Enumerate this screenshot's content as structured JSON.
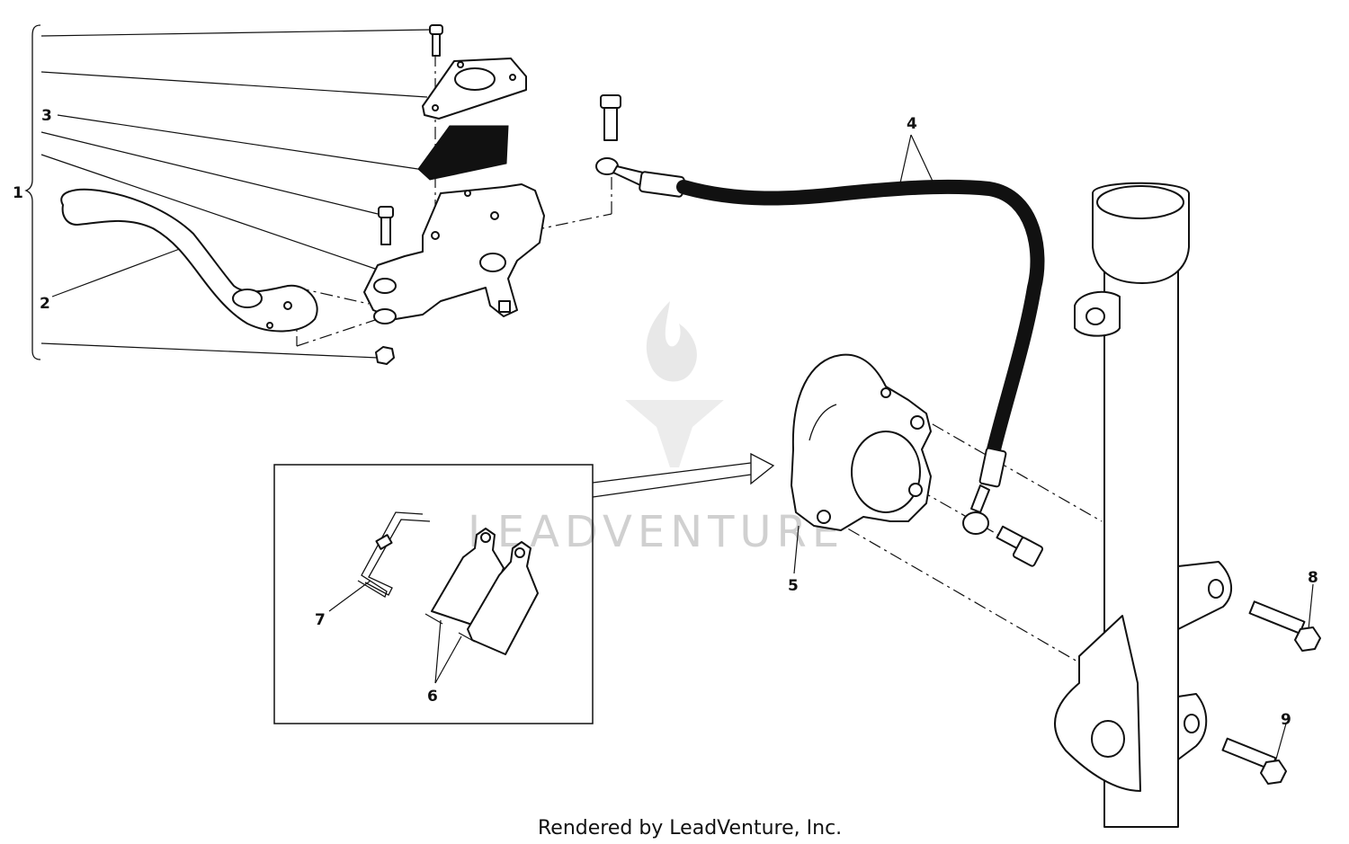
{
  "callouts": [
    {
      "id": "1",
      "text": "1"
    },
    {
      "id": "2",
      "text": "2"
    },
    {
      "id": "3",
      "text": "3"
    },
    {
      "id": "4",
      "text": "4"
    },
    {
      "id": "5",
      "text": "5"
    },
    {
      "id": "6",
      "text": "6"
    },
    {
      "id": "7",
      "text": "7"
    },
    {
      "id": "8",
      "text": "8"
    },
    {
      "id": "9",
      "text": "9"
    }
  ],
  "footer": "Rendered by LeadVenture, Inc.",
  "watermark": "LEADVENTURE",
  "colors": {
    "ink": "#111111",
    "paper": "#ffffff",
    "watermark": "#d0d0d0"
  }
}
